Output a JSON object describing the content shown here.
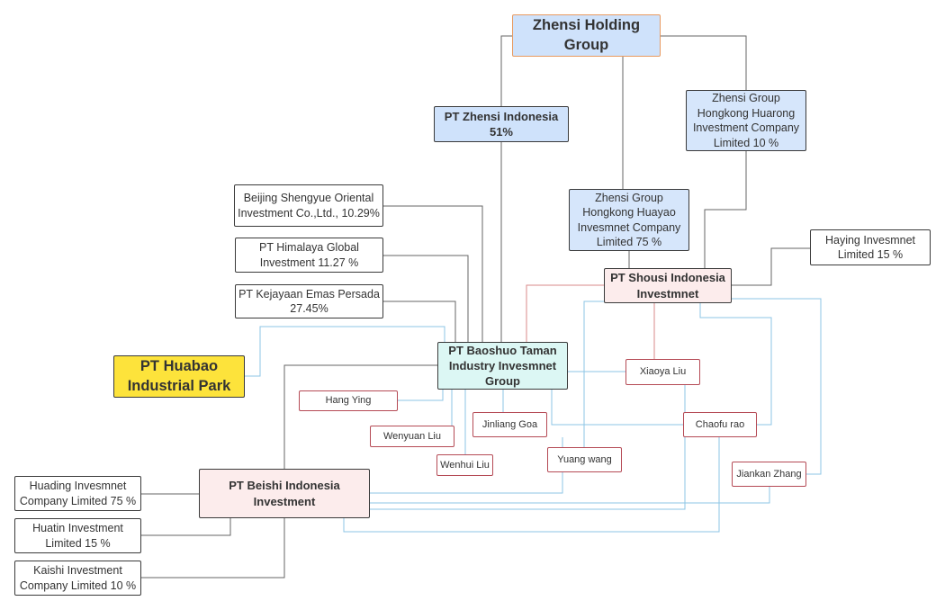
{
  "diagram": {
    "nodes": {
      "root": "Zhensi Holding\nGroup",
      "zhensi_indonesia": "PT Zhensi Indonesia\n51%",
      "huarong": "Zhensi Group\nHongkong Huarong\nInvestment Company\nLimited 10 %",
      "beijing": "Beijing Shengyue Oriental\nInvestment Co.,Ltd., 10.29%",
      "huayao": "Zhensi Group\nHongkong Huayao\nInvesmnet Company\nLimited  75 %",
      "haying": "Haying Invesmnet\nLimited  15 %",
      "himalaya": "PT Himalaya Global\nInvestment  11.27 %",
      "shousi": "PT Shousi Indonesia\nInvestmnet",
      "kejayaan": "PT Kejayaan Emas Persada\n27.45%",
      "huabao": "PT Huabao\nIndustrial Park",
      "baoshuo": "PT Baoshuo Taman\nIndustry Invesmnet\nGroup",
      "xiaoya": "Xiaoya Liu",
      "hang": "Hang Ying",
      "jinliang": "Jinliang Goa",
      "chaofu": "Chaofu rao",
      "wenyuan": "Wenyuan Liu",
      "yuang": "Yuang wang",
      "wenhui": "Wenhui Liu",
      "jiankan": "Jiankan Zhang",
      "huading": "Huading Invesmnet\nCompany Limited  75 %",
      "beishi": "PT Beishi Indonesia\nInvestment",
      "huatin": "Huatin Investment\nLimited 15 %",
      "kaishi": "Kaishi Investment\nCompany Limited 10 %"
    },
    "colors": {
      "ownership_line": "#555555",
      "family_line": "#8cc5e6",
      "shousi_line": "#d98a8a",
      "person_border": "#b54a55",
      "highlight_yellow": "#fde33b",
      "root_border": "#e89a60"
    }
  }
}
